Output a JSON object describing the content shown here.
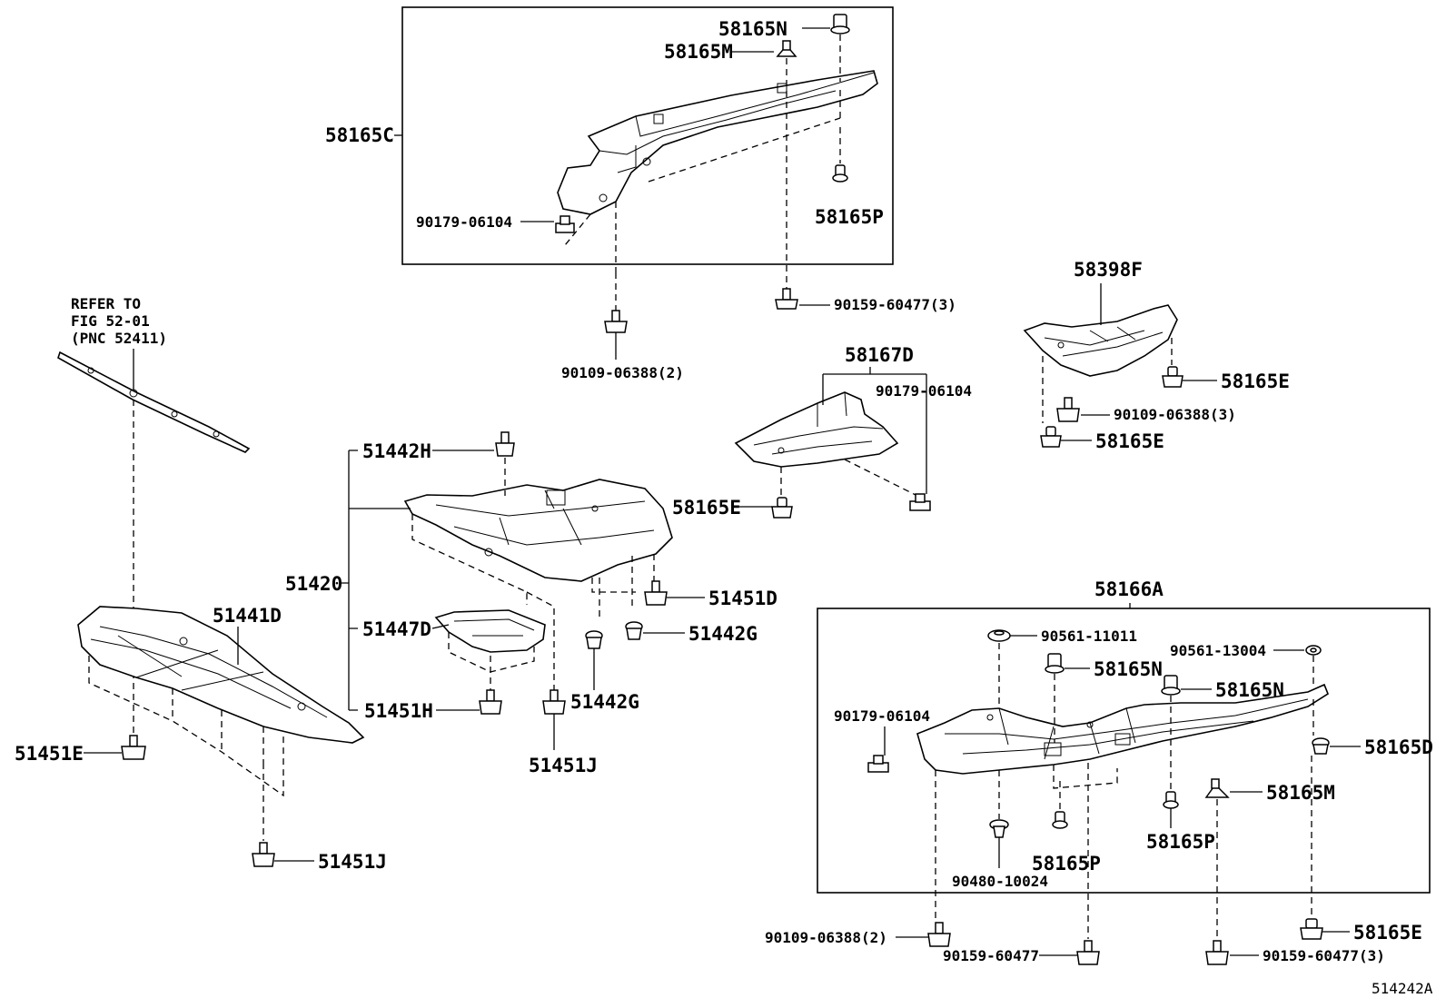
{
  "diagram_id": "514242A",
  "reference": {
    "line1": "REFER TO",
    "line2": "FIG 52-01",
    "line3": "(PNC 52411)"
  },
  "labels": {
    "p58165N_top": "58165N",
    "p58165M_top": "58165M",
    "p58165C": "58165C",
    "p90179_06104_top": "90179-06104",
    "p58165P_top": "58165P",
    "p90159_60477_3_top": "90159-60477(3)",
    "p90109_06388_2_mid": "90109-06388(2)",
    "p58398F": "58398F",
    "p58165E_right1": "58165E",
    "p90109_06388_3": "90109-06388(3)",
    "p58165E_right2": "58165E",
    "p58167D": "58167D",
    "p90179_06104_mid": "90179-06104",
    "p58165E_mid": "58165E",
    "p51442H": "51442H",
    "p51420": "51420",
    "p51451D": "51451D",
    "p51442G_right": "51442G",
    "p51447D": "51447D",
    "p51442G_low": "51442G",
    "p51451H": "51451H",
    "p51451J_mid": "51451J",
    "p51441D": "51441D",
    "p51451E": "51451E",
    "p51451J_low": "51451J",
    "p58166A": "58166A",
    "p90561_11011": "90561-11011",
    "p90561_13004": "90561-13004",
    "p58165N_b1": "58165N",
    "p58165N_b2": "58165N",
    "p90179_06104_low": "90179-06104",
    "p58165D": "58165D",
    "p58165M_low": "58165M",
    "p58165P_b1": "58165P",
    "p58165P_b2": "58165P",
    "p90480_10024": "90480-10024",
    "p58165E_bottom": "58165E",
    "p90109_06388_2_bottom": "90109-06388(2)",
    "p90159_60477_bottom": "90159-60477",
    "p90159_60477_3_bottom": "90159-60477(3)"
  }
}
